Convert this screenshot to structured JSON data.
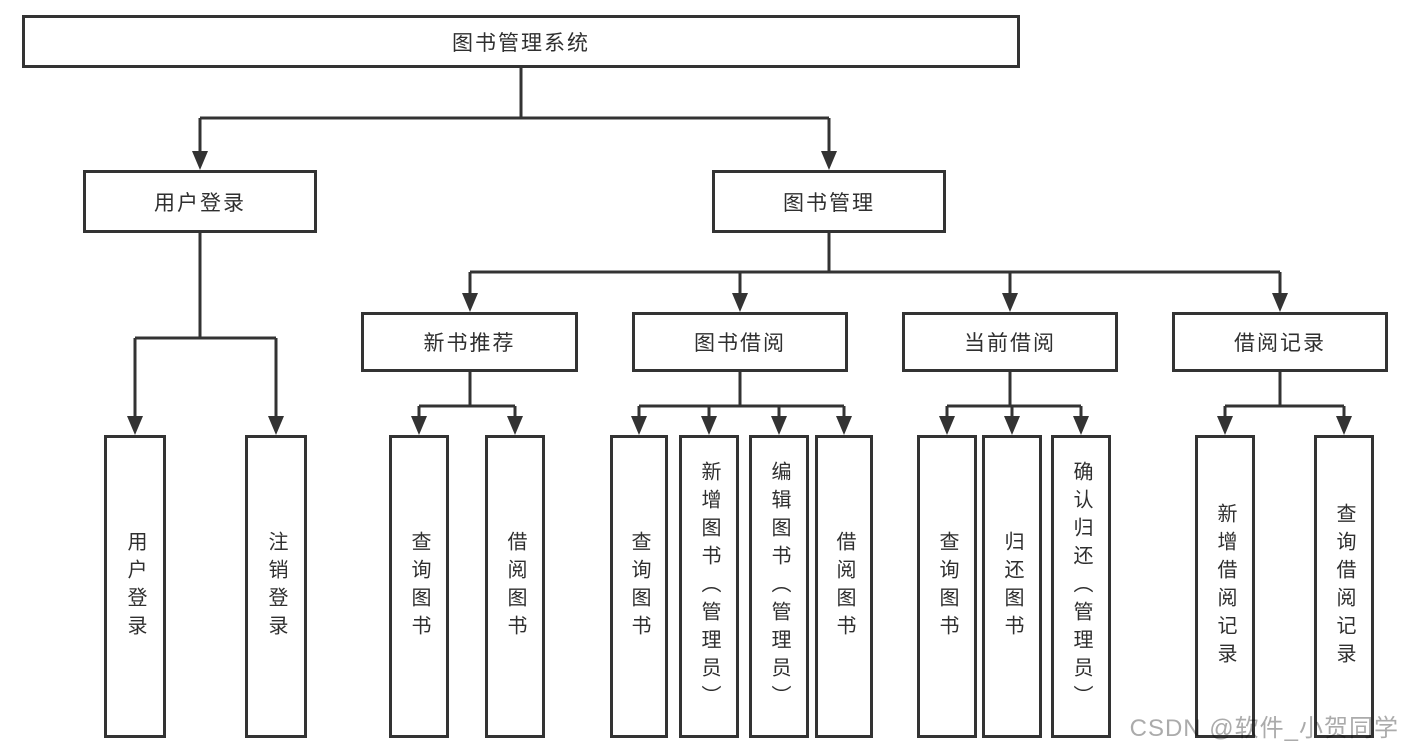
{
  "diagram": {
    "root": {
      "label": "图书管理系统"
    },
    "branches": {
      "user_login": {
        "label": "用户登录",
        "children": {
          "login": "用户登录",
          "logout": "注销登录"
        }
      },
      "book_management": {
        "label": "图书管理",
        "children": {
          "new_book_recommend": {
            "label": "新书推荐",
            "children": {
              "query_book": "查询图书",
              "borrow_book": "借阅图书"
            }
          },
          "book_borrow": {
            "label": "图书借阅",
            "children": {
              "query_book": "查询图书",
              "add_book": "新增图书（管理员）",
              "edit_book": "编辑图书（管理员）",
              "borrow_book": "借阅图书"
            }
          },
          "current_borrow": {
            "label": "当前借阅",
            "children": {
              "query_book": "查询图书",
              "return_book": "归还图书",
              "confirm_return": "确认归还（管理员）"
            }
          },
          "borrow_records": {
            "label": "借阅记录",
            "children": {
              "add_record": "新增借阅记录",
              "query_record": "查询借阅记录"
            }
          }
        }
      }
    }
  },
  "watermark": "CSDN @软件_小贺同学",
  "colors": {
    "line": "#333333",
    "text": "#2f2f2f",
    "background": "#ffffff",
    "watermark": "#ababab"
  }
}
